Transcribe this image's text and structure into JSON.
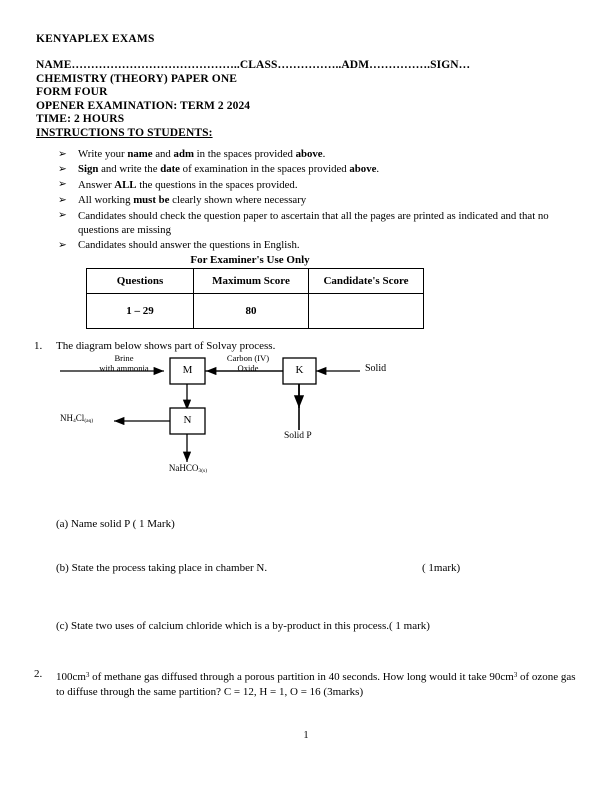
{
  "document": {
    "exam_brand": "KENYAPLEX EXAMS",
    "header_lines": [
      "NAME……………………………………..CLASS……………..ADM…………….SIGN…",
      "CHEMISTRY (THEORY) PAPER ONE",
      "FORM FOUR",
      "OPENER EXAMINATION: TERM 2 2024",
      "TIME: 2 HOURS"
    ],
    "instructions_heading": "INSTRUCTIONS TO STUDENTS:",
    "page_number": "1"
  },
  "instructions": {
    "bullet_glyph": "➢",
    "items": [
      "Write your <b>name</b> and <b>adm</b> in the spaces provided <b>above</b>.",
      "<b>Sign</b> and write the <b>date</b> of examination in the spaces provided <b>above</b>.",
      "Answer <b>ALL</b> the questions in the spaces provided.",
      "All working <b>must be</b> clearly shown where necessary",
      "Candidates should check the question paper to ascertain that all the pages are printed as indicated and that no questions are missing",
      "Candidates should answer the questions in English."
    ]
  },
  "examiner_table": {
    "caption": "For Examiner's Use Only",
    "headers": [
      "Questions",
      "Maximum Score",
      "Candidate's Score"
    ],
    "rows": [
      [
        "1 – 29",
        "80",
        ""
      ]
    ]
  },
  "questions": [
    {
      "number": "1.",
      "stem": "The diagram below shows part of Solvay process.",
      "parts": [
        {
          "label": "(a)",
          "text": "Name solid P   ( 1 Mark)",
          "marks_right": ""
        },
        {
          "label": "(b)",
          "text": "State the process taking place in chamber N.",
          "marks_right": "( 1mark)"
        },
        {
          "label": "(c)",
          "text": "State two uses of calcium chloride which is a by-product in this process.( 1 mark)",
          "marks_right": ""
        }
      ]
    },
    {
      "number": "2.",
      "stem_html": "100cm<sup>3</sup> of methane gas diffused through a porous partition in 40 seconds. How long would it take 90cm<sup>3</sup> of ozone gas to diffuse through the same partition? C = 12, H = 1, O = 16 (3marks)"
    }
  ],
  "diagram": {
    "title": "solvay-process-flow-diagram",
    "boxes": [
      {
        "id": "M",
        "letter": "M"
      },
      {
        "id": "N",
        "letter": "N"
      },
      {
        "id": "K",
        "letter": "K"
      }
    ],
    "labels": {
      "brine_line1": "Brine",
      "brine_line2": "with ammonia",
      "carbon_line1": "Carbon (IV)",
      "carbon_line2": "Oxide",
      "solid_in": "Solid",
      "solid_p": "Solid P",
      "ammonium_chloride_html": "NH<sub>4</sub>Cl<sub>(aq)</sub>",
      "sodium_bicarbonate_html": "NaHCO<sub>3(s)</sub>"
    },
    "stroke_color": "#000000"
  }
}
